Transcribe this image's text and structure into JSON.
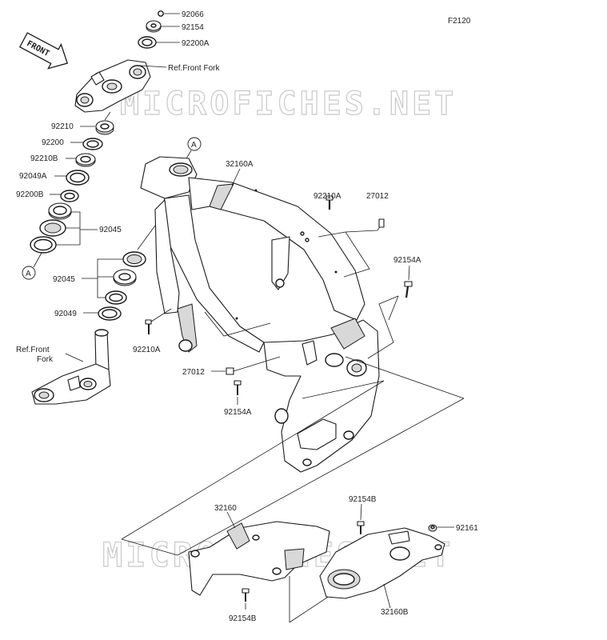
{
  "diagram_code": "F2120",
  "watermark": "MICROFICHES.NET",
  "front_arrow": "FRONT",
  "callouts": {
    "ref_a_top": "A",
    "ref_a_left": "A"
  },
  "labels": {
    "p92066": "92066",
    "p92154": "92154",
    "p92200A": "92200A",
    "ref_front_fork_top": "Ref.Front Fork",
    "p92210": "92210",
    "p92200": "92200",
    "p92210B": "92210B",
    "p92049A": "92049A",
    "p92200B": "92200B",
    "p92045_a": "92045",
    "p92045_b": "92045",
    "p92049": "92049",
    "ref_front_fork_bottom_1": "Ref.Front",
    "ref_front_fork_bottom_2": "Fork",
    "p32160A": "32160A",
    "p92210A_top": "92210A",
    "p27012_top": "27012",
    "p92154A_right": "92154A",
    "p92210A_left": "92210A",
    "p27012_bottom": "27012",
    "p92154A_bottom": "92154A",
    "p32160": "32160",
    "p92154B_top": "92154B",
    "p92161": "92161",
    "p92154B_bottom": "92154B",
    "p32160B": "32160B"
  }
}
